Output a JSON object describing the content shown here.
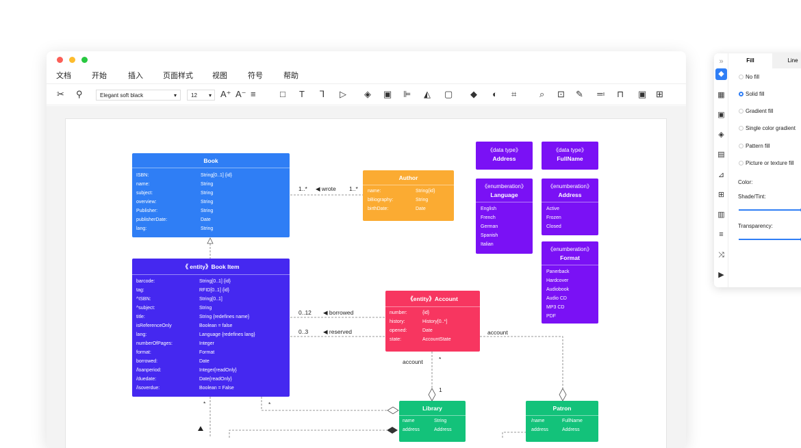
{
  "window": {
    "buttons": {
      "close": "#fb5f57",
      "minimize": "#fdbc2e",
      "zoom": "#28c840"
    }
  },
  "menu": [
    "文档",
    "开始",
    "插入",
    "页面样式",
    "视图",
    "符号",
    "帮助"
  ],
  "toolbar": {
    "font": "Elegant soft black",
    "size": "12"
  },
  "diagram": {
    "book": {
      "title": "Book",
      "color": "#2f7ef5",
      "rows": [
        [
          "ISBN:",
          "String[0..1] {id}"
        ],
        [
          "name:",
          "String"
        ],
        [
          "subject:",
          "String"
        ],
        [
          "overview:",
          "String"
        ],
        [
          "Publisher:",
          "String"
        ],
        [
          "publisherDate:",
          "Date"
        ],
        [
          "lang:",
          "String"
        ]
      ]
    },
    "author": {
      "title": "Author",
      "color": "#fbab32",
      "rows": [
        [
          "name:",
          "String{id}"
        ],
        [
          "bBiography:",
          "String"
        ],
        [
          "birthDate:",
          "Date"
        ]
      ]
    },
    "dt_address": {
      "stereo": "《data type》",
      "title": "Address",
      "color": "#7a11f5"
    },
    "dt_fullname": {
      "stereo": "《data type》",
      "title": "FullName",
      "color": "#7a11f5"
    },
    "enum_language": {
      "stereo": "《enumberation》",
      "title": "Language",
      "color": "#7a11f5",
      "items": [
        "English",
        "French",
        "German",
        "Spanish",
        "Italian"
      ]
    },
    "enum_address": {
      "stereo": "《enumberation》",
      "title": "Address",
      "color": "#7a11f5",
      "items": [
        "Active",
        "Frozen",
        "Closed"
      ]
    },
    "enum_format": {
      "stereo": "《enumberation》",
      "title": "Format",
      "color": "#7a11f5",
      "items": [
        "Panerback",
        "Hardcover",
        "Audiobook",
        "Audio CD",
        "MP3 CD",
        "PDF"
      ]
    },
    "bookitem": {
      "title": "《 entity》Book Item",
      "color": "#4528f0",
      "rows": [
        [
          "barcode:",
          "String[0..1] {id}"
        ],
        [
          "tag:",
          "RFID[0..1] {id}"
        ],
        [
          "^ISBN:",
          "String[0..1]"
        ],
        [
          "^subject:",
          "String"
        ],
        [
          "title:",
          "String {redefines name}"
        ],
        [
          "isReferenceOnly",
          "Boolean = false"
        ],
        [
          "lang:",
          "Language {redefines lang}"
        ],
        [
          "numberOfPages:",
          "Integer"
        ],
        [
          "format:",
          "Format"
        ],
        [
          "borrowed:",
          "Date"
        ],
        [
          "/loanperiod:",
          "Integer{readOnly}"
        ],
        [
          "/duedate:",
          "Date{readOnly}"
        ],
        [
          "/isoverdue:",
          "Boolean = False"
        ]
      ]
    },
    "account": {
      "title": "《entity》Account",
      "color": "#f73660",
      "rows": [
        [
          "number:",
          "{id}"
        ],
        [
          "history:",
          "History[0..*]"
        ],
        [
          "opened:",
          "Date"
        ],
        [
          "state:",
          "AccountState"
        ]
      ]
    },
    "library": {
      "title": "Library",
      "color": "#13c27a",
      "rows": [
        [
          "name",
          "String"
        ],
        [
          "address",
          "Address"
        ]
      ]
    },
    "patron": {
      "title": "Patron",
      "color": "#13c27a",
      "rows": [
        [
          "/name",
          "FullName"
        ],
        [
          "address",
          "Address"
        ]
      ]
    },
    "labels": {
      "wrote_left": "1..*",
      "wrote": "◀ wrote",
      "wrote_right": "1..*",
      "borrowed_mult": "0..12",
      "borrowed": "◀ borrowed",
      "reserved_mult": "0..3",
      "reserved": "◀ reserved",
      "account_right": "account",
      "account_left": "account",
      "star1": "*",
      "one": "1",
      "star2": "*",
      "star3": "*"
    }
  },
  "panel": {
    "tabs": [
      "Fill",
      "Line"
    ],
    "options": [
      "No fill",
      "Solid fill",
      "Gradient fill",
      "Single color gradient",
      "Pattern fill",
      "Picture or texture fill"
    ],
    "selected": "Solid fill",
    "color_label": "Color:",
    "shade_label": "Shade/Tint:",
    "transparency_label": "Transparency:",
    "accent": "#2f7ef5"
  }
}
